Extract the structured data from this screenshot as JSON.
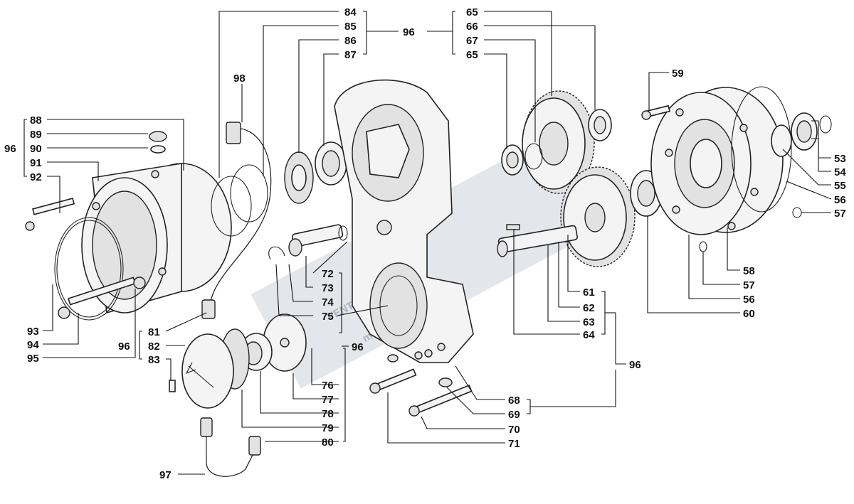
{
  "watermark": {
    "brand": "VENTE",
    "site": "moventeventa.it"
  },
  "labels": {
    "l53": "53",
    "l54": "54",
    "l55": "55",
    "l56a": "56",
    "l57a": "57",
    "l56b": "56",
    "l57b": "57",
    "l58": "58",
    "l59": "59",
    "l60": "60",
    "l61": "61",
    "l62": "62",
    "l63": "63",
    "l64": "64",
    "l65a": "65",
    "l66": "66",
    "l67": "67",
    "l65b": "65",
    "l68": "68",
    "l69": "69",
    "l70": "70",
    "l71": "71",
    "l72": "72",
    "l73": "73",
    "l74": "74",
    "l75": "75",
    "l76": "76",
    "l77": "77",
    "l78": "78",
    "l79": "79",
    "l80": "80",
    "l81": "81",
    "l82": "82",
    "l83": "83",
    "l84": "84",
    "l85": "85",
    "l86": "86",
    "l87": "87",
    "l88": "88",
    "l89": "89",
    "l90": "90",
    "l91": "91",
    "l92": "92",
    "l93": "93",
    "l94": "94",
    "l95": "95",
    "l96a": "96",
    "l96b": "96",
    "l96c": "96",
    "l96d": "96",
    "l96e": "96",
    "l97": "97",
    "l98": "98"
  }
}
